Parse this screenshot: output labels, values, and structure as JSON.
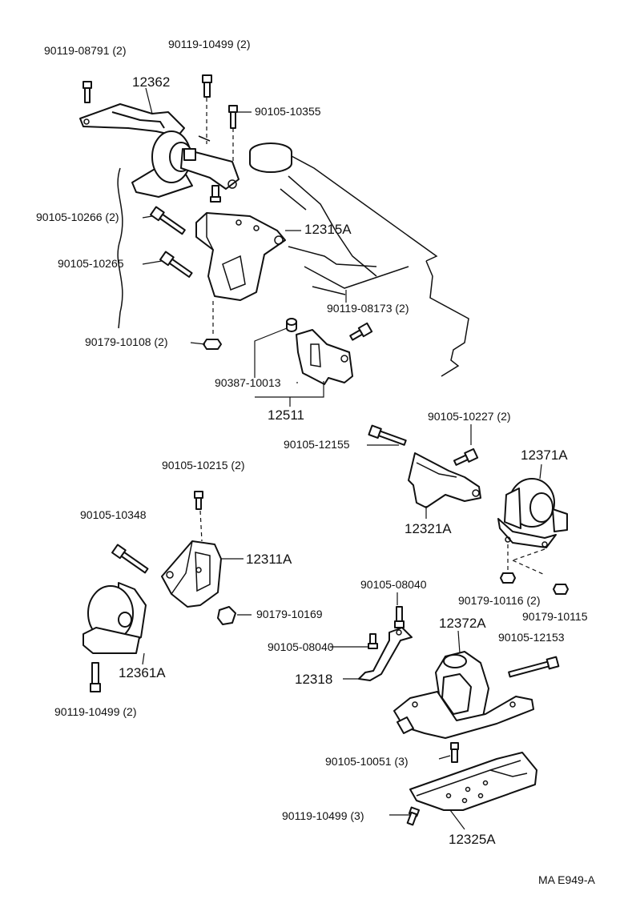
{
  "labels": {
    "p90119_08791": "90119-08791 (2)",
    "p90119_10499_top": "90119-10499 (2)",
    "p12362": "12362",
    "p90105_10355": "90105-10355",
    "p90105_10266": "90105-10266 (2)",
    "p12315A": "12315A",
    "p90105_10265": "90105-10265",
    "p90119_08173": "90119-08173 (2)",
    "p90179_10108": "90179-10108 (2)",
    "p90387_10013": "90387-10013",
    "p12511": "12511",
    "p90105_10227": "90105-10227 (2)",
    "p90105_12155": "90105-12155",
    "p12371A": "12371A",
    "p12321A": "12321A",
    "p90105_10215": "90105-10215 (2)",
    "p90105_10348": "90105-10348",
    "p12311A": "12311A",
    "p90179_10116": "90179-10116 (2)",
    "p90179_10115": "90179-10115",
    "p90105_08040_a": "90105-08040",
    "p90179_10169": "90179-10169",
    "p12372A": "12372A",
    "p90105_12153": "90105-12153",
    "p90105_08040_b": "90105-08040",
    "p12361A": "12361A",
    "p12318": "12318",
    "p90119_10499_left": "90119-10499 (2)",
    "p90105_10051": "90105-10051 (3)",
    "p90119_10499_bottom": "90119-10499 (3)",
    "p12325A": "12325A"
  },
  "diagram_code": "MA E949-A",
  "icons": {
    "bolt": "bolt-icon",
    "nut": "nut-icon",
    "engine": "engine-block-outline"
  }
}
